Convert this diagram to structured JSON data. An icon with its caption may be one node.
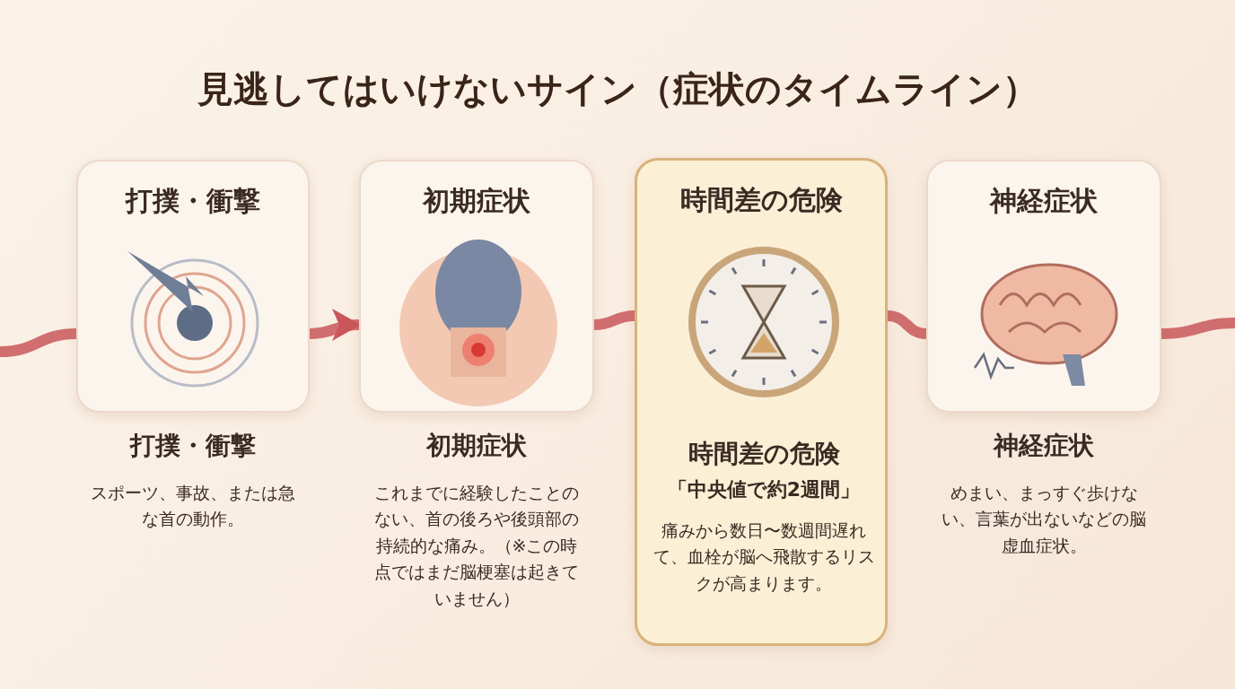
{
  "diagram": {
    "title": "見逃してはいけないサイン（症状のタイムライン）",
    "nodes": [
      {
        "text": [
          "打撲・衝撃"
        ],
        "beside": [
          "打撲・衝撃",
          "スポーツ、事故、または急な首の動作。"
        ]
      },
      {
        "text": [
          "初期症状"
        ],
        "beside": [
          "初期症状",
          "これまでに経験したことのない、首の後ろや後頭部の持続的な痛み。（※この時点ではまだ脳梗塞は起きていません）"
        ]
      },
      {
        "text": [
          "時間差の危険",
          "時間差の危険",
          "「中央値で約2週間」",
          "痛みから数日〜数週間遅れて、血栓が脳へ飛散するリスクが高まります。"
        ]
      },
      {
        "text": [
          "神経症状"
        ],
        "beside": [
          "神経症状",
          "めまい、まっすぐ歩けない、言葉が出ないなどの脳虚血症状。"
        ]
      }
    ],
    "edges": [
      {
        "from": null,
        "to": 0,
        "arrow": "none"
      },
      {
        "from": 0,
        "to": 1,
        "arrow": "to"
      },
      {
        "from": 1,
        "to": 2,
        "arrow": "none"
      },
      {
        "from": 2,
        "to": 3,
        "arrow": "none"
      },
      {
        "from": 3,
        "to": null,
        "arrow": "none"
      }
    ]
  }
}
